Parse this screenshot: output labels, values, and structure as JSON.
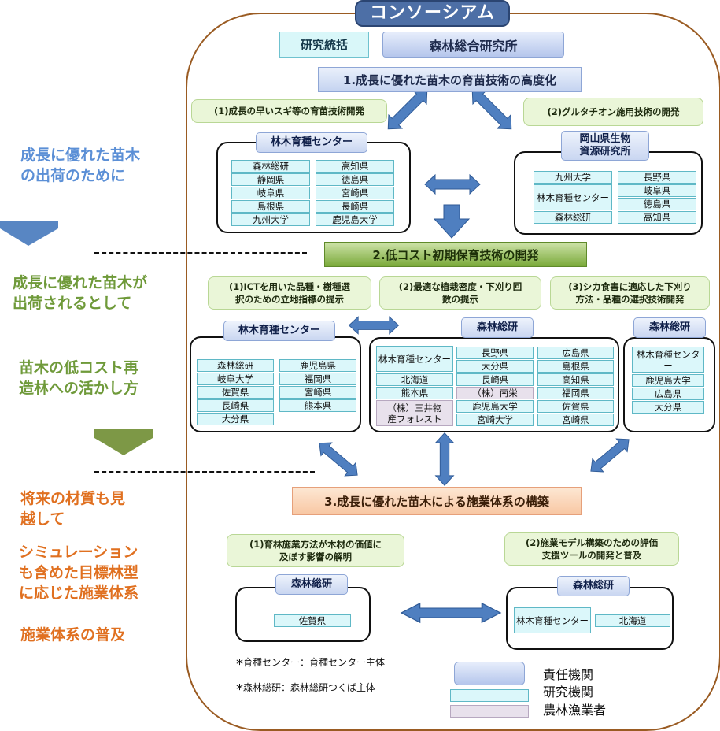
{
  "title": "コンソーシアム",
  "top": {
    "lead_label": "研究統括",
    "lead_org": "森林総合研究所"
  },
  "themes": [
    {
      "title": "1.成長に優れた苗木の育苗技術の高度化",
      "subtopics": [
        "(1)成長の早いスギ等の育苗技術開発",
        "(2)グルタチオン施用技術の開発"
      ],
      "groups": [
        {
          "head": "林木育種センター",
          "col1": [
            "森林総研",
            "静岡県",
            "岐阜県",
            "島根県",
            "九州大学"
          ],
          "col2": [
            "高知県",
            "徳島県",
            "宮崎県",
            "長崎県",
            "鹿児島大学"
          ]
        },
        {
          "head": "岡山県生物\n資源研究所",
          "col1": [
            "九州大学",
            "林木育種センター",
            "森林総研"
          ],
          "col2": [
            "長野県",
            "岐阜県",
            "徳島県",
            "高知県"
          ]
        }
      ]
    },
    {
      "title": "2.低コスト初期保育技術の開発",
      "subtopics": [
        "(1)ICTを用いた品種・樹種選\n択のための立地指標の提示",
        "(2)最適な植栽密度・下刈り回\n数の提示",
        "(3)シカ食害に適応した下刈り\n方法・品種の選択技術開発"
      ],
      "groups": [
        {
          "head": "林木育種センター",
          "col1": [
            "森林総研",
            "岐阜大学",
            "佐賀県",
            "長崎県",
            "大分県"
          ],
          "col2": [
            "鹿児島県",
            "福岡県",
            "宮崎県",
            "熊本県"
          ]
        },
        {
          "head": "森林総研",
          "col1": [
            "林木育種センター",
            "北海道",
            "熊本県",
            "（株）三井物\n産フォレスト"
          ],
          "col2": [
            "長野県",
            "大分県",
            "長崎県",
            "（株）南栄",
            "鹿児島大学",
            "宮崎大学"
          ],
          "col3": [
            "広島県",
            "島根県",
            "高知県",
            "福岡県",
            "佐賀県",
            "宮崎県"
          ]
        },
        {
          "head": "森林総研",
          "col1": [
            "林木育種センター",
            "鹿児島大学",
            "広島県",
            "大分県"
          ]
        }
      ]
    },
    {
      "title": "3.成長に優れた苗木による施業体系の構築",
      "subtopics": [
        "(1)育林施業方法が木材の価値に\n及ぼす影響の解明",
        "(2)施業モデル構築のための評価\n支援ツールの開発と普及"
      ],
      "groups": [
        {
          "head": "森林総研",
          "col1": [
            "佐賀県"
          ]
        },
        {
          "head": "森林総研",
          "col1": [
            "林木育種センター"
          ],
          "col2": [
            "北海道"
          ]
        }
      ]
    }
  ],
  "left": {
    "t1": "成長に優れた苗木\nの出荷のために",
    "t2": "成長に優れた苗木が\n出荷されるとして",
    "t3": "苗木の低コスト再\n造林への活かし方",
    "t4": "将来の材質も見\n越して",
    "t5": "シミュレーション\nも含めた目標林型\nに応じた施業体系",
    "t6": "施業体系の普及"
  },
  "notes": {
    "star": "*",
    "n1": "育種センター：育種センター主体",
    "n2": "森林総研：森林総研つくば主体"
  },
  "legend": {
    "l1": "責任機関",
    "l2": "研究機関",
    "l3": "農林漁業者"
  },
  "colors": {
    "frame": "#9a5b22",
    "arrow_blue": "#4f7fc0",
    "arrow_green": "#76923c",
    "title_bg": "#4d6fa6"
  }
}
